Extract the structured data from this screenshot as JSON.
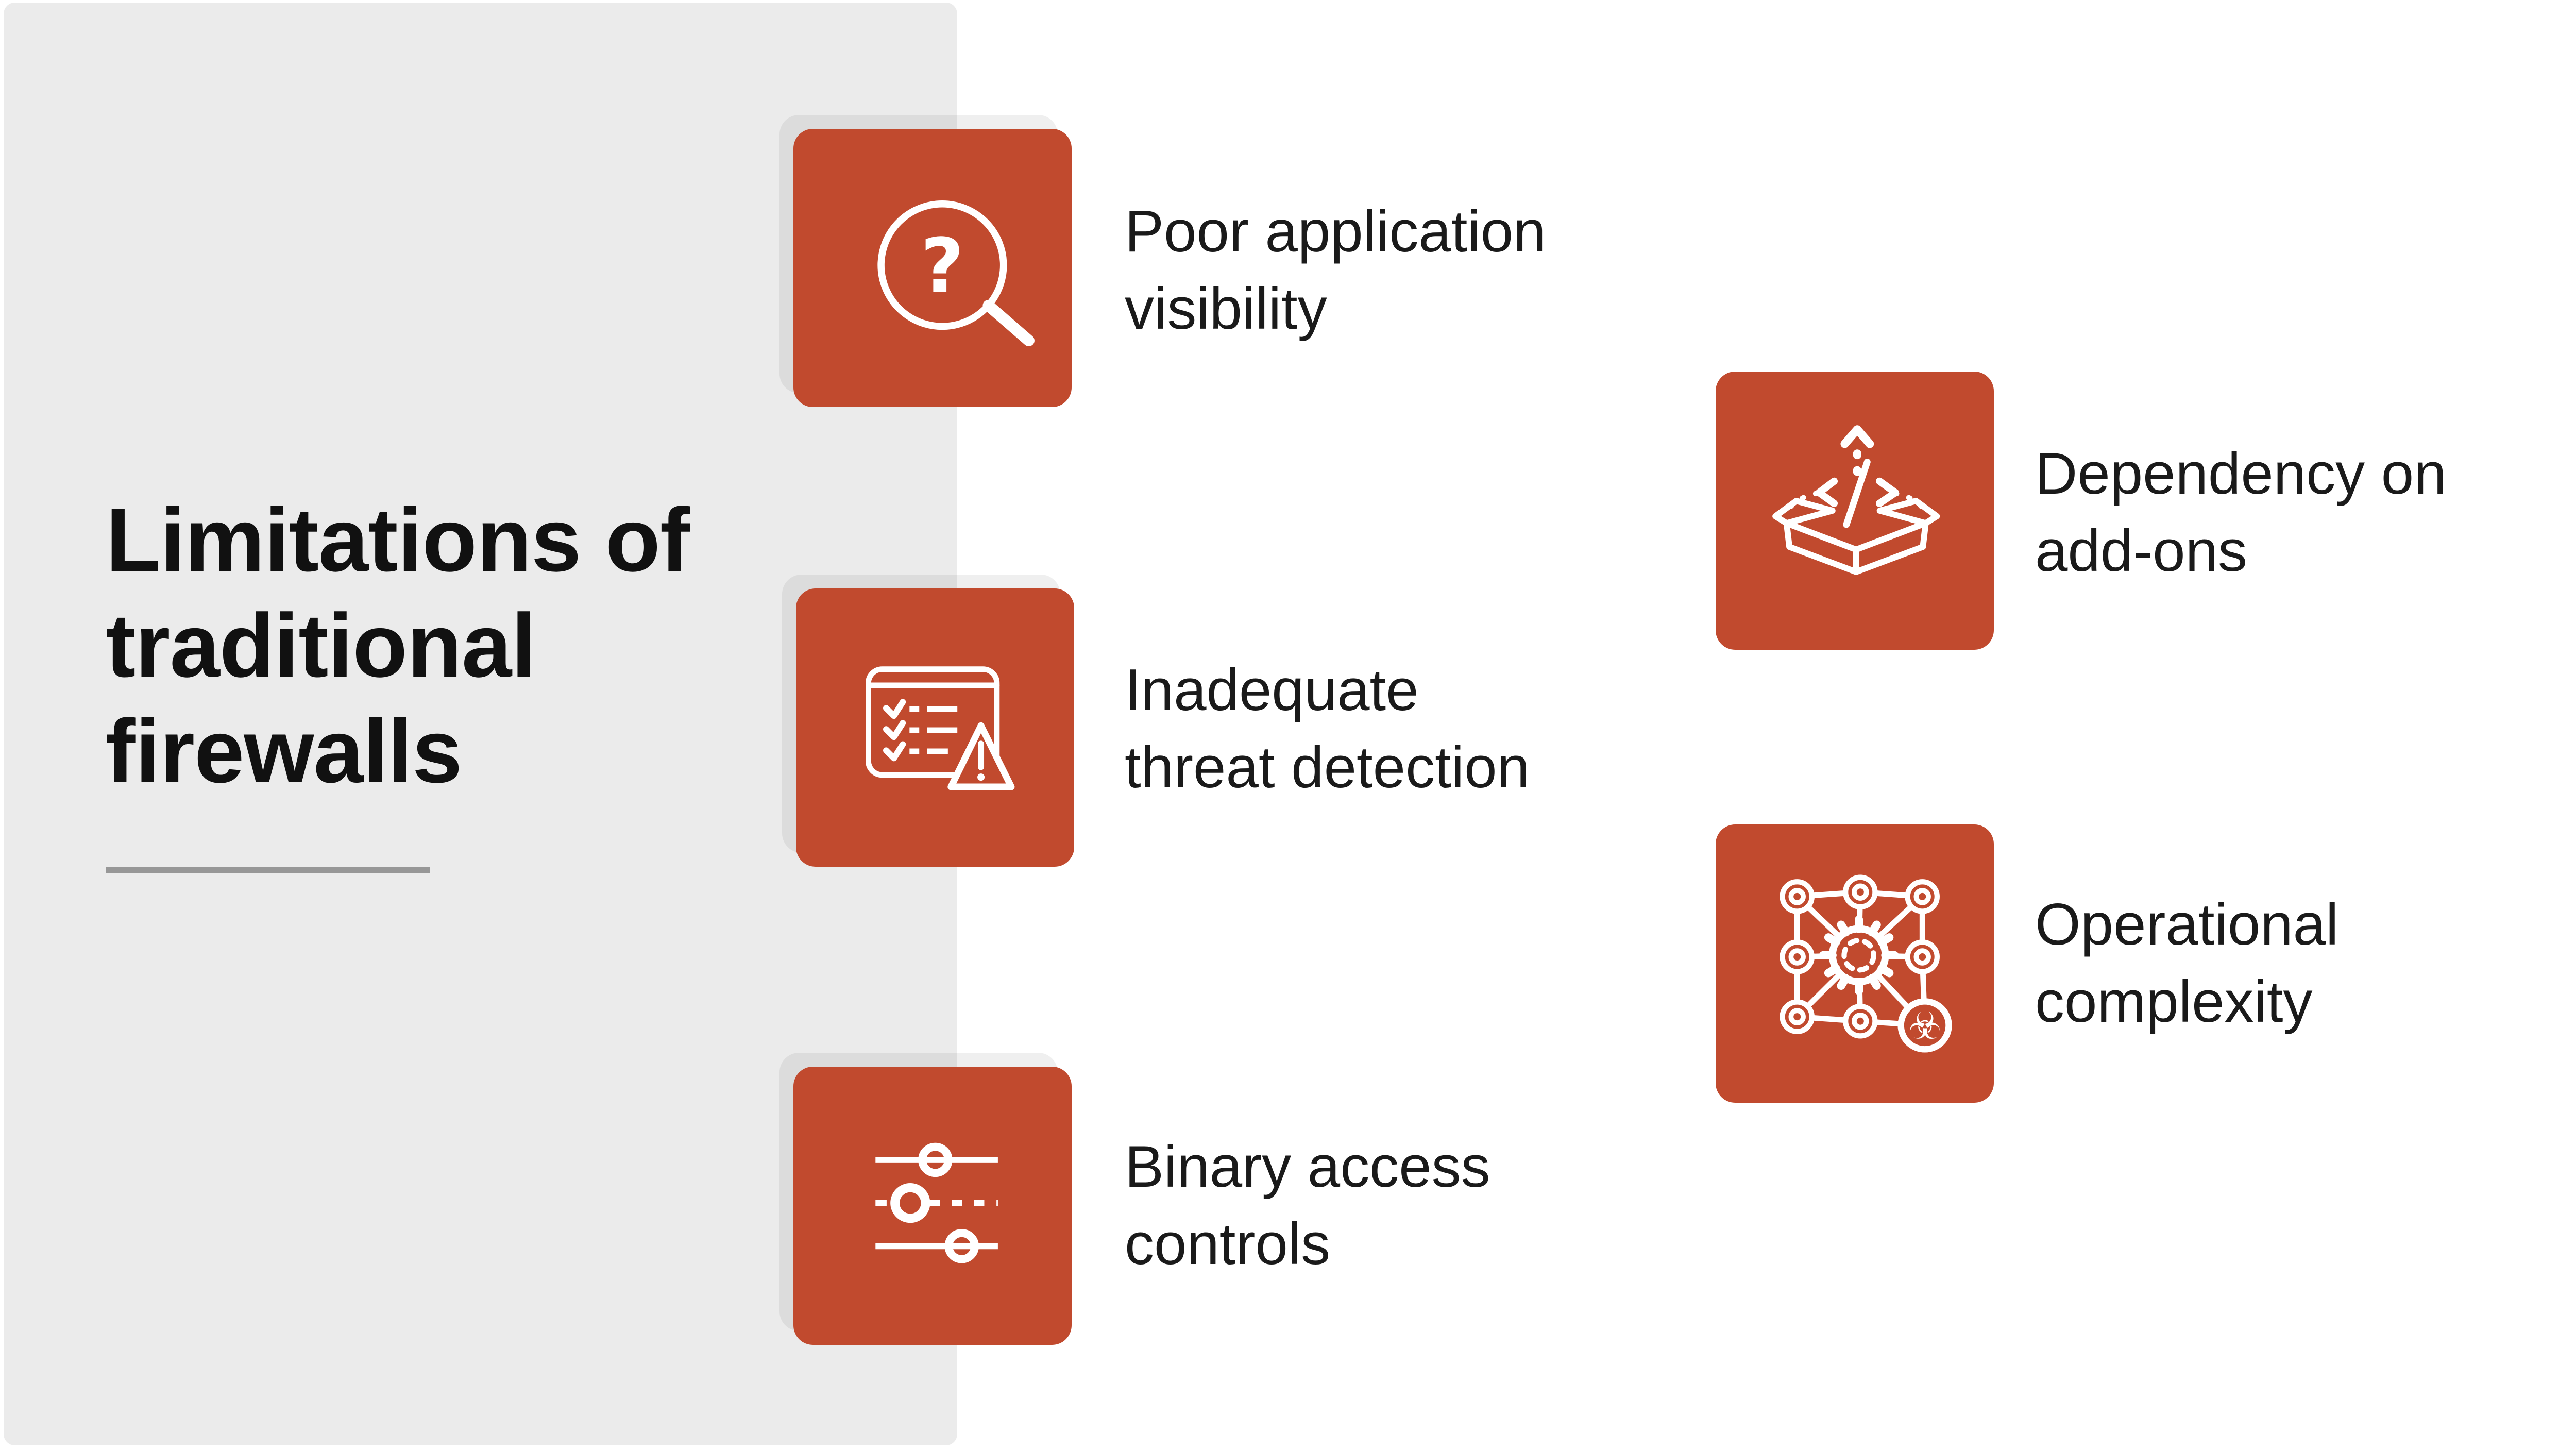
{
  "slide": {
    "title_lines": [
      "Limitations of",
      "traditional",
      "firewalls"
    ]
  },
  "colors": {
    "accent_orange": "#C14A2E",
    "panel_gray": "#EBEBEB",
    "underline_gray": "#979797",
    "text_black": "#1A1A1A",
    "icon_white": "#FFFFFF"
  },
  "items": [
    {
      "id": "poor-application-visibility",
      "icon": "magnifier-question-icon",
      "label_lines": [
        "Poor application",
        "visibility"
      ]
    },
    {
      "id": "inadequate-threat-detection",
      "icon": "checklist-warning-icon",
      "label_lines": [
        "Inadequate",
        "threat detection"
      ]
    },
    {
      "id": "binary-access-controls",
      "icon": "sliders-icon",
      "label_lines": [
        "Binary access",
        "controls"
      ]
    },
    {
      "id": "dependency-on-add-ons",
      "icon": "box-code-export-icon",
      "label_lines": [
        "Dependency on",
        "add-ons"
      ]
    },
    {
      "id": "operational-complexity",
      "icon": "network-gear-biohazard-icon",
      "label_lines": [
        "Operational",
        "complexity"
      ]
    }
  ]
}
